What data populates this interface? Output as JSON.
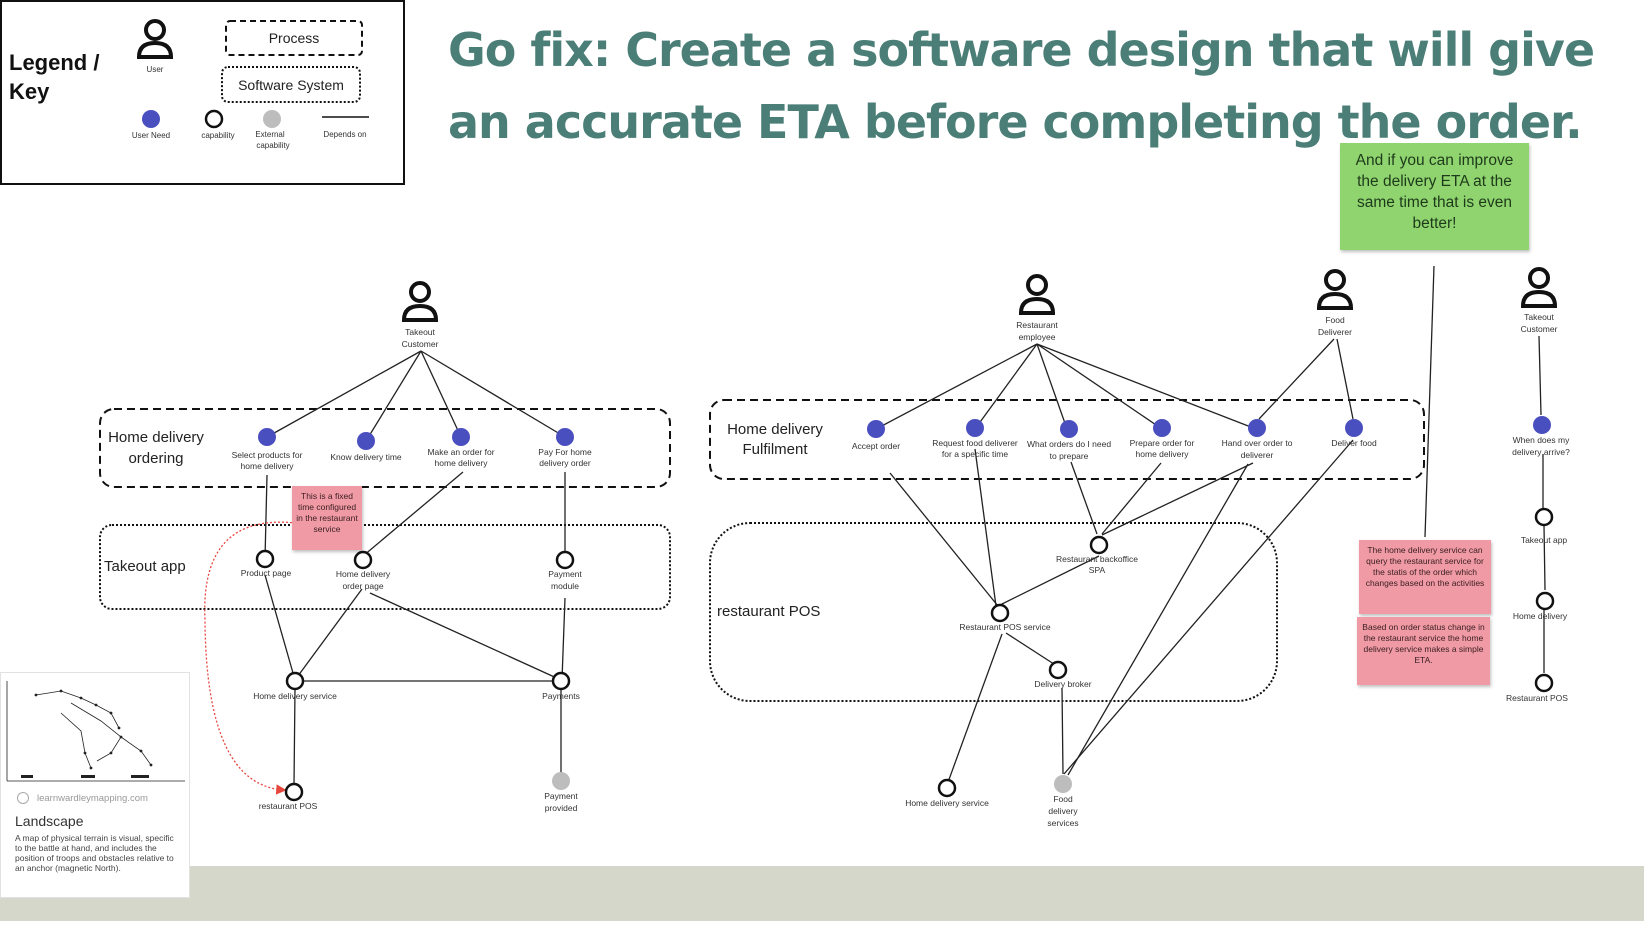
{
  "headline": {
    "line1": "Go fix: Create a software design that will give",
    "line2": "an accurate ETA before completing the order."
  },
  "legend": {
    "title_line1": "Legend /",
    "title_line2": "Key",
    "user": "User",
    "process": "Process",
    "software_system": "Software System",
    "user_need": "User Need",
    "capability": "capability",
    "external_line1": "External",
    "external_line2": "capability",
    "depends_on": "Depends on"
  },
  "colors": {
    "headline": "#4a7e77",
    "user_need": "#4a4fbf",
    "external": "#bdbdbd",
    "sticky_green": "#8fd46f",
    "sticky_pink": "#ef9aa4",
    "footer_band": "#d4d7c9",
    "redirect_arrow": "#e8473f"
  },
  "groups": {
    "home_delivery_ordering": [
      "Home delivery",
      "ordering"
    ],
    "takeout_app": [
      "Takeout app"
    ],
    "home_delivery_fulfilment": [
      "Home delivery",
      "Fulfilment"
    ],
    "restaurant_pos": [
      "restaurant POS"
    ]
  },
  "nodes": {
    "user_takeout_customer": [
      "Takeout",
      "Customer"
    ],
    "need_select_products": [
      "Select products for",
      "home delivery"
    ],
    "need_know_delivery_time": [
      "Know delivery time"
    ],
    "need_make_order": [
      "Make an order for",
      "home delivery"
    ],
    "need_pay_home_delivery": [
      "Pay For home",
      "delivery order"
    ],
    "cap_product_page": [
      "Product page"
    ],
    "cap_home_delivery_order_page": [
      "Home delivery",
      "order page"
    ],
    "cap_payment_module": [
      "Payment",
      "module"
    ],
    "cap_home_delivery_service": [
      "Home delivery service"
    ],
    "cap_payments": [
      "Payments"
    ],
    "cap_restaurant_pos": [
      "restaurant POS"
    ],
    "ext_payment_provided": [
      "Payment",
      "provided"
    ],
    "user_restaurant_employee": [
      "Restaurant",
      "employee"
    ],
    "user_food_deliverer": [
      "Food",
      "Deliverer"
    ],
    "need_accept_order": [
      "Accept order"
    ],
    "need_request_food_deliverer": [
      "Request food deliverer",
      "for a specific time"
    ],
    "need_what_orders": [
      "What orders do I need",
      "to prepare"
    ],
    "need_prepare_order": [
      "Prepare order for",
      "home delivery"
    ],
    "need_hand_over_order": [
      "Hand over order to",
      "deliverer"
    ],
    "need_deliver_food": [
      "Deliver food"
    ],
    "cap_restaurant_backoffice_spa": [
      "Restaurant backoffice",
      "SPA"
    ],
    "cap_restaurant_pos_service": [
      "Restaurant POS service"
    ],
    "cap_delivery_broker": [
      "Delivery broker"
    ],
    "cap_home_delivery_service_2": [
      "Home delivery service"
    ],
    "ext_food_delivery_services": [
      "Food",
      "delivery",
      "services"
    ],
    "user_takeout_customer_2": [
      "Takeout",
      "Customer"
    ],
    "need_when_delivery_arrive": [
      "When does my",
      "delivery arrive?"
    ],
    "cap_takeout_app_2": [
      "Takeout app"
    ],
    "cap_home_delivery_2": [
      "Home delivery"
    ],
    "cap_restaurant_pos_2": [
      "Restaurant POS"
    ]
  },
  "stickies": {
    "green_note": "And if you can improve the delivery ETA at the same time that is even better!",
    "fixed_time": "This is a fixed time configured in the restaurant service",
    "query_status": "The home delivery service can query the restaurant service for the statis of the order which changes based on the activities",
    "status_change": "Based on order status change in the restaurant service the home delivery service makes a simple ETA."
  },
  "card": {
    "site": "learnwardleymapping.com",
    "title": "Landscape",
    "description": "A map of physical terrain is visual, specific to the battle at hand, and includes the position of troops and obstacles relative to an anchor (magnetic North)."
  }
}
